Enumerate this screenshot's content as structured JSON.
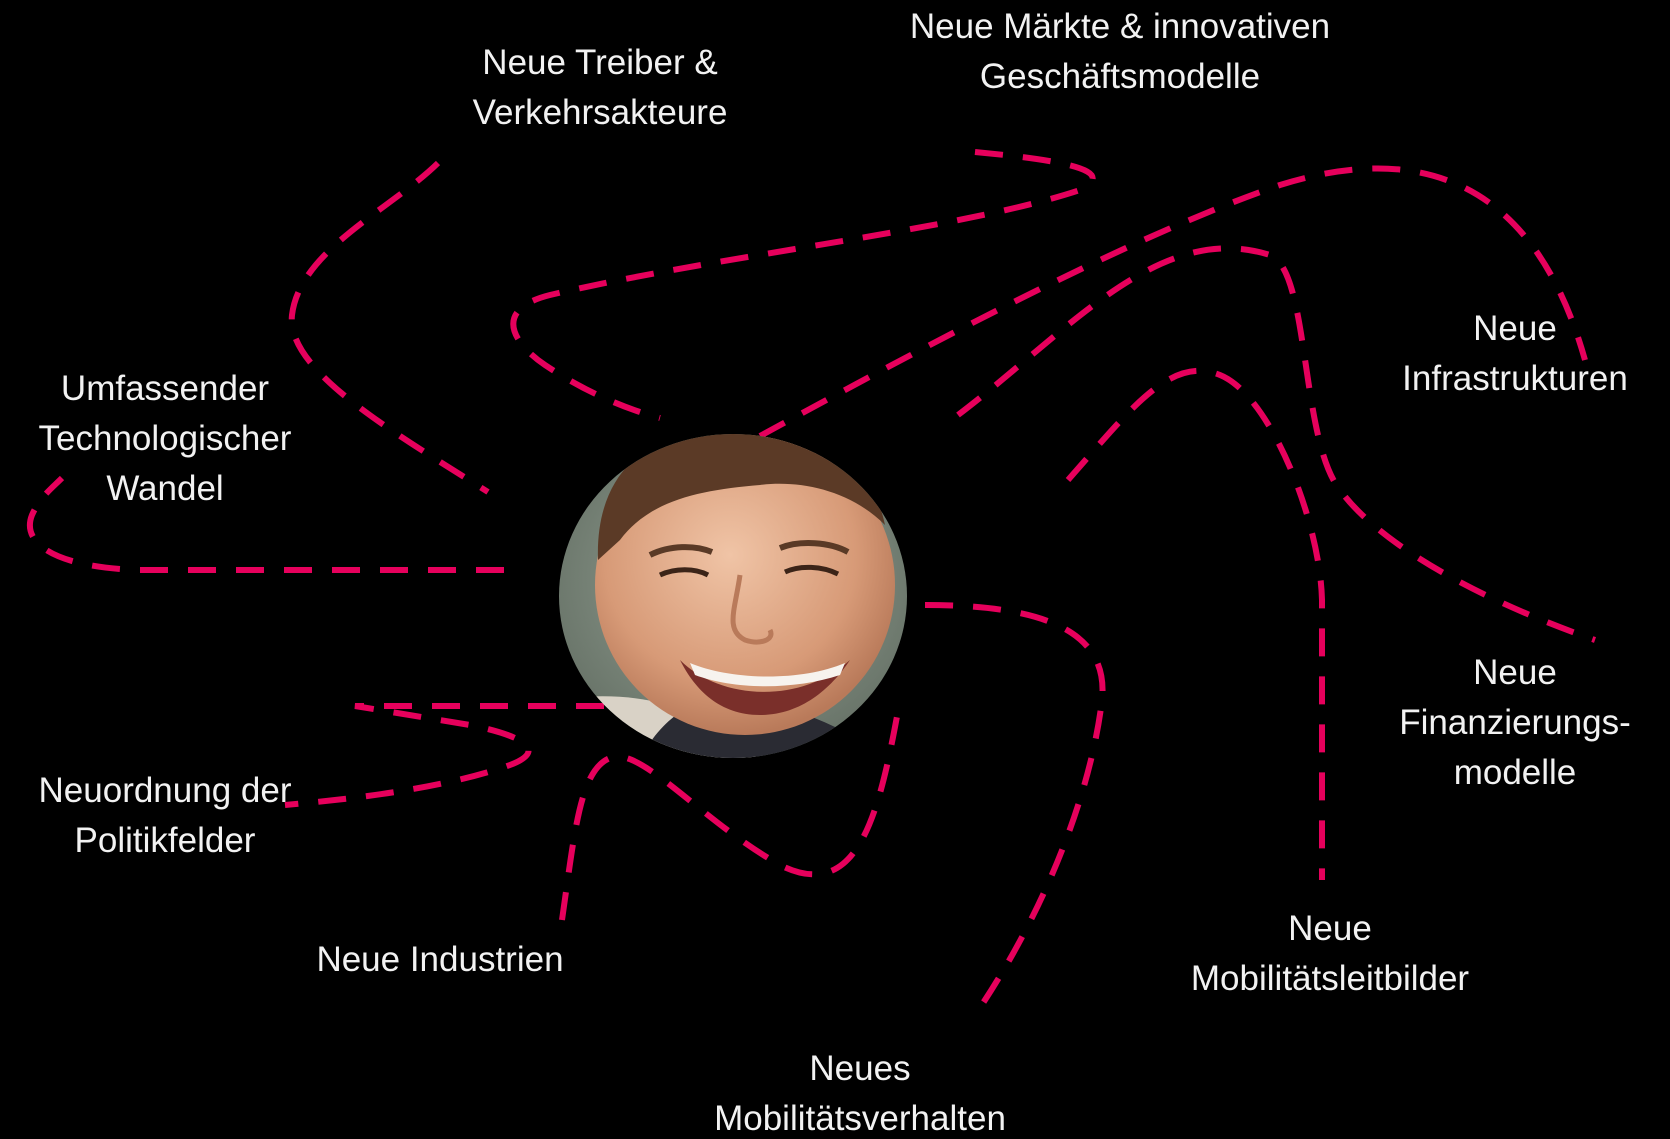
{
  "colors": {
    "background": "#000000",
    "connector": "#e6005c",
    "text": "#f2f2f2"
  },
  "center": {
    "portrait": "smiling man portrait (circular photo)"
  },
  "labels": {
    "treiber": [
      "Neue Treiber &",
      "Verkehrsakteure"
    ],
    "maerkte": [
      "Neue Märkte & innovativen",
      "Geschäftsmodelle"
    ],
    "infrastrukturen": [
      "Neue",
      "Infrastrukturen"
    ],
    "technologie": [
      "Umfassender",
      "Technologischer",
      "Wandel"
    ],
    "finanzierung": [
      "Neue",
      "Finanzierungs-",
      "modelle"
    ],
    "politik": [
      "Neuordnung der",
      "Politikfelder"
    ],
    "industrien": [
      "Neue Industrien"
    ],
    "leitbilder": [
      "Neue",
      "Mobilitätsleitbilder"
    ],
    "verhalten": [
      "Neues",
      "Mobilitätsverhalten"
    ]
  }
}
